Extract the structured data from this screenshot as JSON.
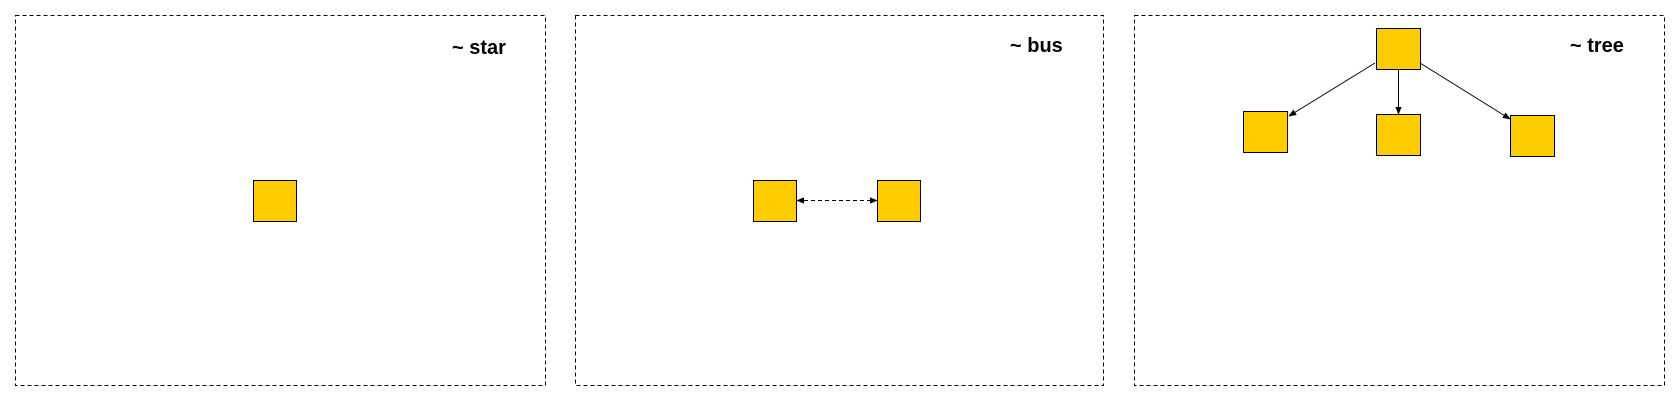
{
  "colors": {
    "node_fill": "#ffcc00",
    "stroke": "#000000",
    "background": "#ffffff"
  },
  "panels": [
    {
      "id": "star",
      "title": "~ star",
      "nodes": [
        "star-center"
      ],
      "edges": []
    },
    {
      "id": "bus",
      "title": "~ bus",
      "nodes": [
        "bus-left",
        "bus-right"
      ],
      "edges": [
        {
          "from": "bus-left",
          "to": "bus-right",
          "style": "dashed",
          "direction": "both"
        }
      ]
    },
    {
      "id": "tree",
      "title": "~ tree",
      "nodes": [
        "tree-root",
        "tree-child-left",
        "tree-child-middle",
        "tree-child-right"
      ],
      "edges": [
        {
          "from": "tree-root",
          "to": "tree-child-left",
          "style": "solid",
          "direction": "forward"
        },
        {
          "from": "tree-root",
          "to": "tree-child-middle",
          "style": "solid",
          "direction": "forward"
        },
        {
          "from": "tree-root",
          "to": "tree-child-right",
          "style": "solid",
          "direction": "forward"
        }
      ]
    }
  ]
}
